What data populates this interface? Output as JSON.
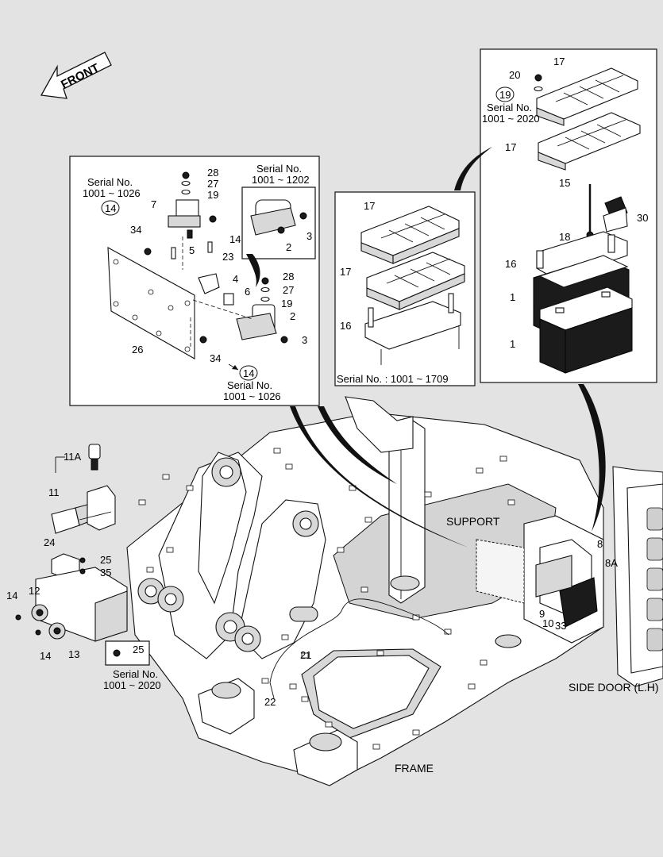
{
  "front_arrow": "FRONT",
  "detail_left": {
    "serial_a_label": "Serial No.",
    "serial_a_range": "1001 ~ 1026",
    "serial_a_ref": "14",
    "serial_b_label": "Serial No.",
    "serial_b_range": "1001 ~ 1202",
    "serial_c_label": "Serial No.",
    "serial_c_range": "1001 ~ 1026",
    "serial_c_ref": "14",
    "callouts": [
      "28",
      "27",
      "19",
      "7",
      "14",
      "34",
      "5",
      "23",
      "3",
      "2",
      "4",
      "6",
      "28",
      "27",
      "19",
      "2",
      "3",
      "26",
      "34"
    ]
  },
  "detail_mid": {
    "caption": "Serial No. : 1001 ~ 1709",
    "callouts": [
      "17",
      "17",
      "16"
    ]
  },
  "detail_right": {
    "serial_label": "Serial No.",
    "serial_range": "1001 ~ 2020",
    "serial_ref": "19",
    "callouts": [
      "20",
      "17",
      "17",
      "15",
      "30",
      "18",
      "16",
      "1",
      "1"
    ]
  },
  "frame_labels": {
    "support": "SUPPORT",
    "side_door": "SIDE DOOR (L.H)",
    "frame": "FRAME"
  },
  "frame_callouts": [
    "11A",
    "11",
    "24",
    "25",
    "35",
    "14",
    "12",
    "14",
    "13",
    "21",
    "22",
    "8",
    "8A",
    "9",
    "10",
    "33"
  ],
  "horn_detail": {
    "ref": "25",
    "serial_label": "Serial No.",
    "serial_range": "1001 ~ 2020"
  }
}
